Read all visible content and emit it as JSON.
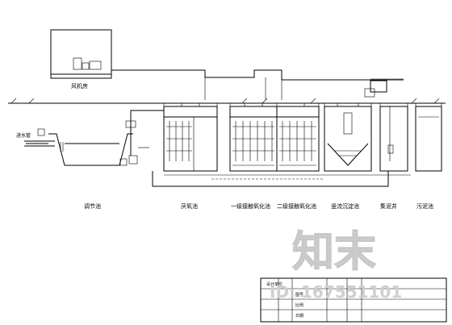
{
  "building_label": "风机房",
  "tank_labels": [
    "调节池",
    "厌氧池",
    "一级接触氧化池",
    "二级接触氧化池",
    "竖流沉淀池",
    "集泥井",
    "污泥池"
  ],
  "inlet_label": "进水管",
  "watermark": {
    "brand": "知末",
    "id": "ID: 167551101"
  },
  "title_block": {
    "rows": [
      [
        "设计单位",
        "",
        ""
      ],
      [
        "",
        "",
        "图号"
      ],
      [
        "",
        "",
        "比例"
      ],
      [
        "",
        "",
        "日期"
      ]
    ]
  }
}
